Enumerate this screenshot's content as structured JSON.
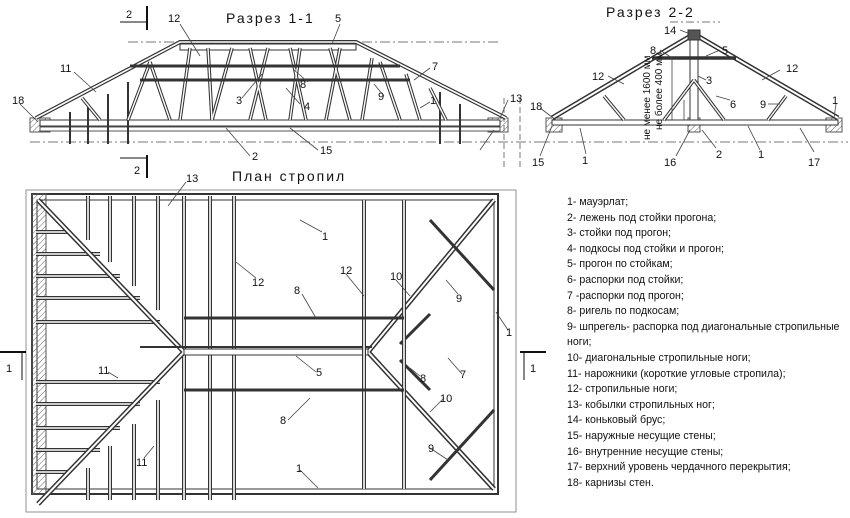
{
  "titles": {
    "section_1": "Разрез 1-1",
    "section_2": "Разрез 2-2",
    "plan": "План стропил"
  },
  "section_cut_labels": {
    "one": "1",
    "two": "2"
  },
  "vertical_notes": {
    "min_height": "не менее 1600 мм",
    "max_height": "не более 400 мм"
  },
  "callouts": {
    "s1": [
      "12",
      "5",
      "11",
      "18",
      "3",
      "8",
      "4",
      "7",
      "9",
      "1",
      "13",
      "2",
      "15"
    ],
    "s2": [
      "14",
      "8",
      "5",
      "12",
      "3",
      "12",
      "18",
      "6",
      "9",
      "1",
      "15",
      "1",
      "16",
      "2",
      "1",
      "17"
    ],
    "plan": [
      "13",
      "1",
      "12",
      "12",
      "10",
      "8",
      "9",
      "1",
      "11",
      "5",
      "8",
      "7",
      "11",
      "8",
      "10",
      "1",
      "9"
    ]
  },
  "legend": [
    "1- мауэрлат;",
    "2- лежень под стойки прогона;",
    "3- стойки под прогон;",
    "4- подкосы под стойки и прогон;",
    "5- прогон по стойкам;",
    "6- распорки под стойки;",
    "7 -распорки под прогон;",
    "8- ригель по подкосам;",
    "9- шпрегель- распорка под диагональные стропильные ноги;",
    "10- диагональные стропильные ноги;",
    "11- нарожники (короткие угловые стропила);",
    "12- стропильные ноги;",
    "13- кобылки стропильных ног;",
    "14- коньковый брус;",
    "15- наружные несущие стены;",
    "16- внутренние несущие стены;",
    "17- верхний уровень чердачного перекрытия;",
    "18- карнизы стен."
  ]
}
